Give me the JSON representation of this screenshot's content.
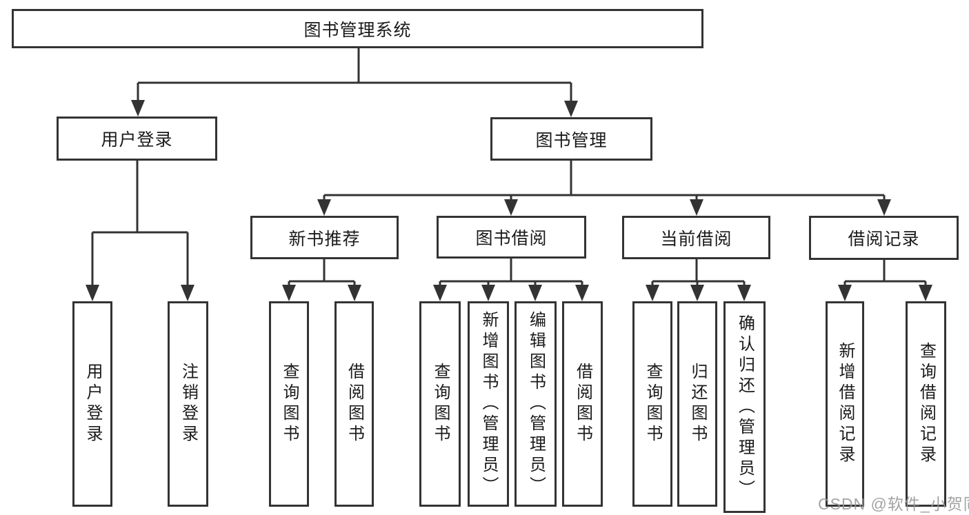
{
  "diagram": {
    "title": "图书管理系统",
    "nodes": {
      "root": {
        "label": "图书管理系统"
      },
      "user_login": {
        "label": "用户登录"
      },
      "book_mgmt": {
        "label": "图书管理"
      },
      "new_book_rec": {
        "label": "新书推荐"
      },
      "book_borrow": {
        "label": "图书借阅"
      },
      "current_borrow": {
        "label": "当前借阅"
      },
      "borrow_record": {
        "label": "借阅记录"
      },
      "leaf_user_login": {
        "label": "用户登录"
      },
      "leaf_logout": {
        "label": "注销登录"
      },
      "leaf_nbr_search_book": {
        "label": "查询图书"
      },
      "leaf_nbr_borrow_book": {
        "label": "借阅图书"
      },
      "leaf_bb_search_book": {
        "label": "查询图书"
      },
      "leaf_bb_add_book": {
        "label": "新增图书（管理员）"
      },
      "leaf_bb_edit_book": {
        "label": "编辑图书（管理员）"
      },
      "leaf_bb_borrow_book": {
        "label": "借阅图书"
      },
      "leaf_cb_search_book": {
        "label": "查询图书"
      },
      "leaf_cb_return_book": {
        "label": "归还图书"
      },
      "leaf_cb_confirm_return": {
        "label": "确认归还（管理员）"
      },
      "leaf_br_add_record": {
        "label": "新增借阅记录"
      },
      "leaf_br_search_record": {
        "label": "查询借阅记录"
      }
    },
    "edges": [
      "root->user_login",
      "root->book_mgmt",
      "user_login->leaf_user_login",
      "user_login->leaf_logout",
      "book_mgmt->new_book_rec",
      "book_mgmt->book_borrow",
      "book_mgmt->current_borrow",
      "book_mgmt->borrow_record",
      "new_book_rec->leaf_nbr_search_book",
      "new_book_rec->leaf_nbr_borrow_book",
      "book_borrow->leaf_bb_search_book",
      "book_borrow->leaf_bb_add_book",
      "book_borrow->leaf_bb_edit_book",
      "book_borrow->leaf_bb_borrow_book",
      "current_borrow->leaf_cb_search_book",
      "current_borrow->leaf_cb_return_book",
      "current_borrow->leaf_cb_confirm_return",
      "borrow_record->leaf_br_add_record",
      "borrow_record->leaf_br_search_record"
    ]
  },
  "watermark": "CSDN @软件_小贺同学",
  "colors": {
    "line": "#333333",
    "box_border": "#333333",
    "box_bg": "#ffffff",
    "background": "#ffffff",
    "watermark": "#969696"
  }
}
